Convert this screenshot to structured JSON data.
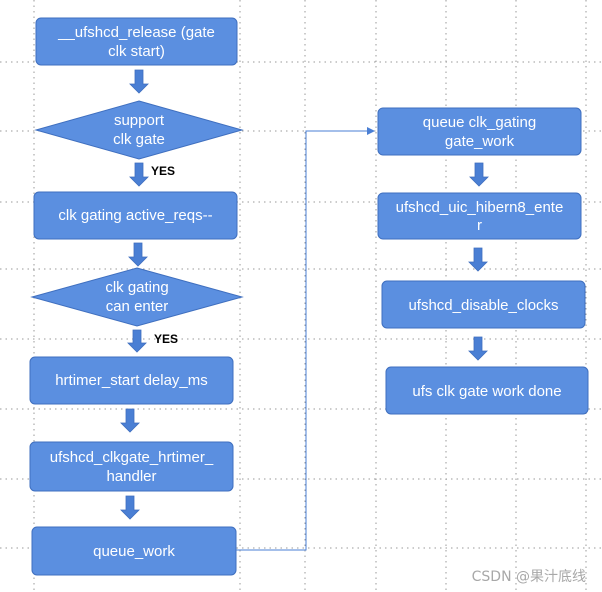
{
  "colors": {
    "node_fill": "#5b8fe0",
    "node_stroke": "#3f6fbf",
    "arrow": "#4a7fd4",
    "grid": "#9a9a9a",
    "text": "#ffffff",
    "watermark": "#a8a8a8"
  },
  "left_flow": {
    "release_line1": "__ufshcd_release (gate",
    "release_line2": "clk start)",
    "support_line1": "support",
    "support_line2": "clk gate",
    "yes1": "YES",
    "active_reqs": "clk gating active_reqs--",
    "can_enter_line1": "clk gating",
    "can_enter_line2": "can enter",
    "yes2": "YES",
    "hrtimer_start": "hrtimer_start delay_ms",
    "handler_line1": "ufshcd_clkgate_hrtimer_",
    "handler_line2": "handler",
    "queue_work": "queue_work"
  },
  "right_flow": {
    "gate_work_line1": "queue clk_gating",
    "gate_work_line2": "gate_work",
    "hibern8_line1": "ufshcd_uic_hibern8_ente",
    "hibern8_line2": "r",
    "disable_clocks": "ufshcd_disable_clocks",
    "done": "ufs clk gate work done"
  },
  "watermark": "CSDN @果汁底线"
}
